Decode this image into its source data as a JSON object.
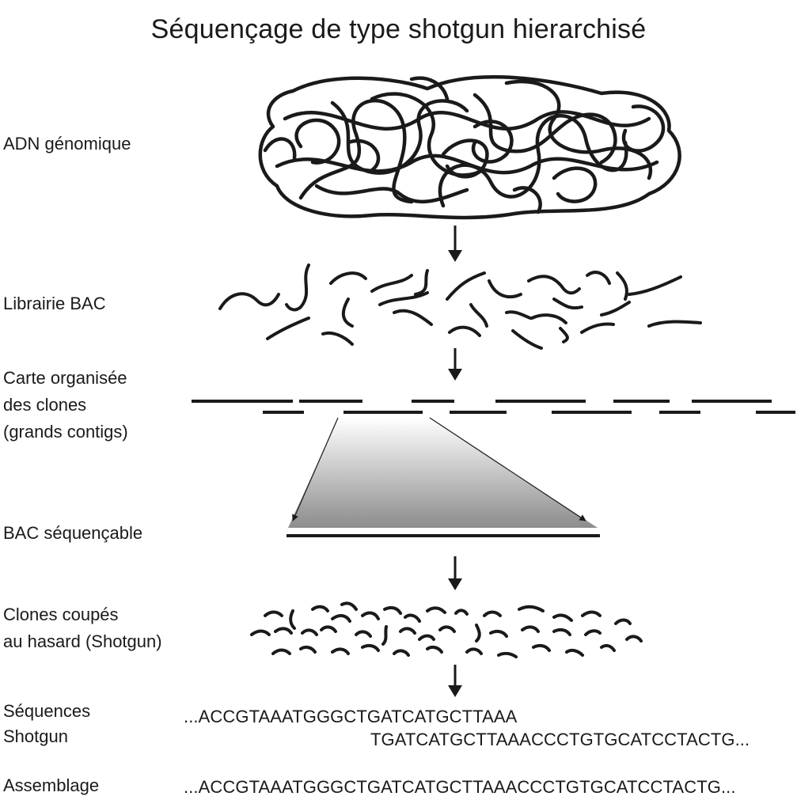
{
  "title": "Séquençage de type shotgun hierarchisé",
  "steps": {
    "genomic_dna": "ADN génomique",
    "bac_library": "Librairie BAC",
    "clone_map": [
      "Carte organisée",
      "des clones",
      "(grands contigs)"
    ],
    "sequencable_bac": "BAC séquençable",
    "shotgun_clones": [
      "Clones coupés",
      "au hasard (Shotgun)"
    ],
    "shotgun_sequences": [
      "Séquences",
      "Shotgun"
    ],
    "assembly": "Assemblage"
  },
  "sequences": {
    "read_1": "...ACCGTAAATGGGCTGATCATGCTTAAA",
    "read_2": "TGATCATGCTTAAACCCTGTGCATCCTACTG...",
    "assembled": "...ACCGTAAATGGGCTGATCATGCTTAAACCCTGTGCATCCTACTG..."
  },
  "colors": {
    "ink": "#1a1a1a",
    "gradient_top": "#ffffff",
    "gradient_bottom": "#8c8c8c"
  }
}
